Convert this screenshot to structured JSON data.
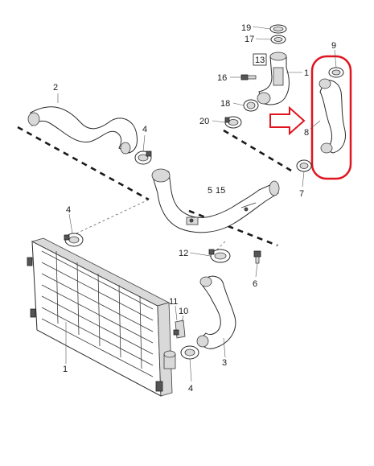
{
  "diagram": {
    "callouts": [
      {
        "key": "c19",
        "text": "19"
      },
      {
        "key": "c17",
        "text": "17"
      },
      {
        "key": "c13",
        "text": "13"
      },
      {
        "key": "c14",
        "text": "1"
      },
      {
        "key": "c16",
        "text": "16"
      },
      {
        "key": "c18",
        "text": "18"
      },
      {
        "key": "c20",
        "text": "20"
      },
      {
        "key": "c9",
        "text": "9"
      },
      {
        "key": "c8",
        "text": "8"
      },
      {
        "key": "c7",
        "text": "7"
      },
      {
        "key": "c2",
        "text": "2"
      },
      {
        "key": "c4a",
        "text": "4"
      },
      {
        "key": "c5",
        "text": "5"
      },
      {
        "key": "c15",
        "text": "15"
      },
      {
        "key": "c4b",
        "text": "4"
      },
      {
        "key": "c12",
        "text": "12"
      },
      {
        "key": "c6",
        "text": "6"
      },
      {
        "key": "c11",
        "text": "11"
      },
      {
        "key": "c10",
        "text": "10"
      },
      {
        "key": "c3",
        "text": "3"
      },
      {
        "key": "c1",
        "text": "1"
      },
      {
        "key": "c4c",
        "text": "4"
      }
    ],
    "highlight_color": "#e0141e",
    "line_color": "#2a2a2a"
  }
}
